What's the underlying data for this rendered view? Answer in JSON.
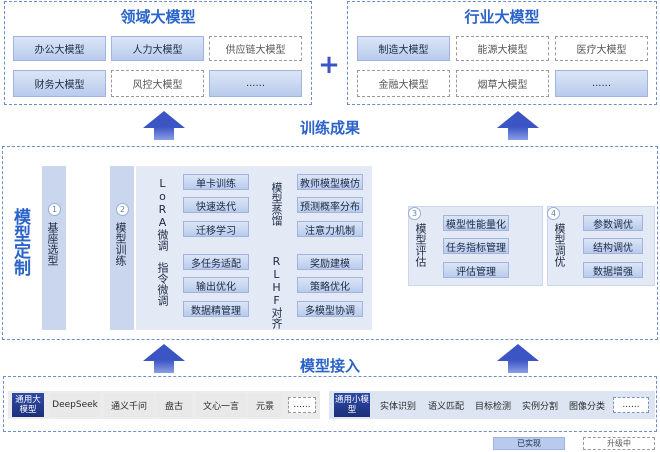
{
  "domain_models": {
    "title": "领域大模型",
    "items": [
      "办公大模型",
      "人力大模型",
      "供应链大模型",
      "财务大模型",
      "风控大模型",
      "......"
    ]
  },
  "plus": "+",
  "industry_models": {
    "title": "行业大模型",
    "items": [
      "制造大模型",
      "能源大模型",
      "医疗大模型",
      "金融大模型",
      "烟草大模型",
      "......"
    ]
  },
  "training_results": "训练成果",
  "customization": {
    "title": "模型定制",
    "steps": [
      {
        "num": "1",
        "label": "基座选型"
      },
      {
        "num": "2",
        "label": "模型训练"
      },
      {
        "num": "3",
        "label": "模型评估"
      },
      {
        "num": "4",
        "label": "模型调优"
      }
    ],
    "training": {
      "lora": {
        "title": "LoRA微调",
        "items": [
          "单卡训练",
          "快速迭代",
          "迁移学习"
        ]
      },
      "distill": {
        "title": "模型蒸馏",
        "items": [
          "教师模型模仿",
          "预测概率分布",
          "注意力机制"
        ]
      },
      "instruct": {
        "title": "指令微调",
        "items": [
          "多任务适配",
          "输出优化",
          "数据精管理"
        ]
      },
      "rlhf": {
        "title": "RLHF对齐",
        "items": [
          "奖励建模",
          "策略优化",
          "多模型协调"
        ]
      }
    },
    "evaluate_items": [
      "模型性能量化",
      "任务指标管理",
      "评估管理"
    ],
    "tune_items": [
      "参数调优",
      "结构调优",
      "数据增强"
    ]
  },
  "model_access": {
    "title": "模型接入",
    "general_large": {
      "tag": "通用大模型",
      "items": [
        "DeepSeek",
        "通义千问",
        "盘古",
        "文心一言",
        "元景",
        "......"
      ]
    },
    "general_small": {
      "tag": "通用小模型",
      "items": [
        "实体识别",
        "语义匹配",
        "目标检测",
        "实例分割",
        "图像分类",
        "......"
      ]
    }
  },
  "legend": {
    "implemented": "已实现",
    "upgrading": "升级中"
  },
  "colors": {
    "accent": "#2a63c9",
    "arrow": "#3c55c4",
    "panel": "#c9d6ee",
    "dark_chip": "#1c2f7a"
  }
}
